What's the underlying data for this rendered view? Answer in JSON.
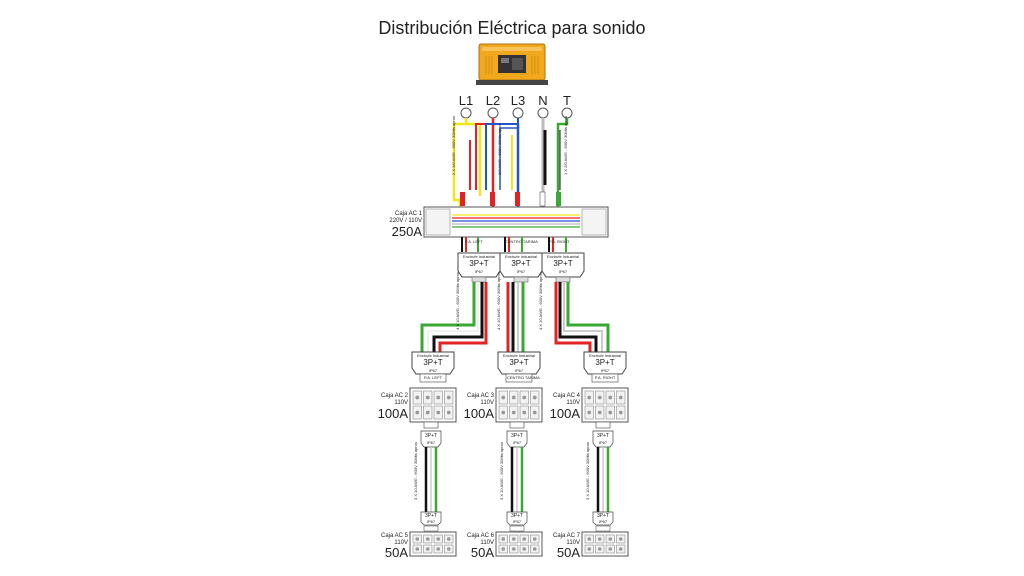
{
  "title": "Distribución Eléctrica para sonido",
  "phases": [
    "L1",
    "L2",
    "L3",
    "N",
    "T"
  ],
  "main_box": {
    "name": "Caja AC 1",
    "voltage": "220V / 110V",
    "amps": "250A",
    "outputs": [
      "P.A. LEFT",
      "CENTRO TARIMA",
      "P.A. RIGHT"
    ]
  },
  "feeder_cable_label": "2 X 2/0 AWG - 600V 30Mts aprox",
  "feeder_cable_label_2": "2/0 AWG - 600V 30Mts aprox",
  "ground_cable_label": "1 X 2/0 AWG - 600V 30Mts aprox",
  "industrial_connector": {
    "small_label": "Enchufe Industrial",
    "type": "3P+T",
    "rating": "IP67"
  },
  "branch_cable_label": "4 X 10 AWG - 600V 30Mts aprox",
  "secondary_boxes": [
    {
      "name": "Caja AC 2",
      "voltage": "110V",
      "amps": "100A",
      "label": "P.A. LEFT"
    },
    {
      "name": "Caja AC 3",
      "voltage": "110V",
      "amps": "100A",
      "label": "CENTRO TARIMA"
    },
    {
      "name": "Caja AC 4",
      "voltage": "110V",
      "amps": "100A",
      "label": "P.A. RIGHT"
    }
  ],
  "small_connector": {
    "type": "3P+T",
    "rating": "IP67"
  },
  "tertiary_cable_label": "3 X 10 AWG - 600V 30Mts aprox",
  "tertiary_boxes": [
    {
      "name": "Caja AC 5",
      "voltage": "110V",
      "amps": "50A"
    },
    {
      "name": "Caja AC 6",
      "voltage": "110V",
      "amps": "50A"
    },
    {
      "name": "Caja AC 7",
      "voltage": "110V",
      "amps": "50A"
    }
  ],
  "colors": {
    "L1": "#f2e61a",
    "L2": "#e32222",
    "L3": "#2255cc",
    "N": "#bbbbbb",
    "T": "#3aa832",
    "black": "#111111",
    "generator": "#f2a81c"
  }
}
